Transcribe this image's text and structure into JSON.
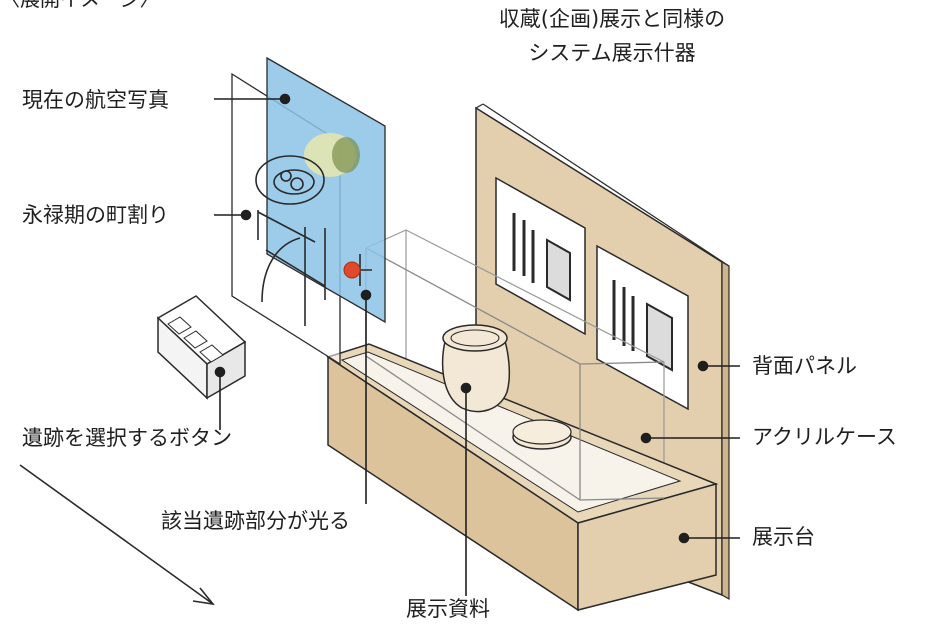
{
  "heading_fragment": "〈展開イメージ〉",
  "title_line1": "収蔵(企画)展示と同様の",
  "title_line2": "システム展示什器",
  "labels": {
    "aerial_photo": "現在の航空写真",
    "eiroku_town": "永禄期の町割り",
    "select_button": "遺跡を選択するボタン",
    "site_lights": "該当遺跡部分が光る",
    "back_panel": "背面パネル",
    "acrylic_case": "アクリルケース",
    "display_stand": "展示台",
    "exhibit_materials": "展示資料"
  },
  "colors": {
    "beige": "#e3cfae",
    "beige_dark": "#d2b990",
    "blue_panel": "#8cc2e6",
    "highlight": "#e04a2c",
    "line": "#2a2a2a"
  }
}
